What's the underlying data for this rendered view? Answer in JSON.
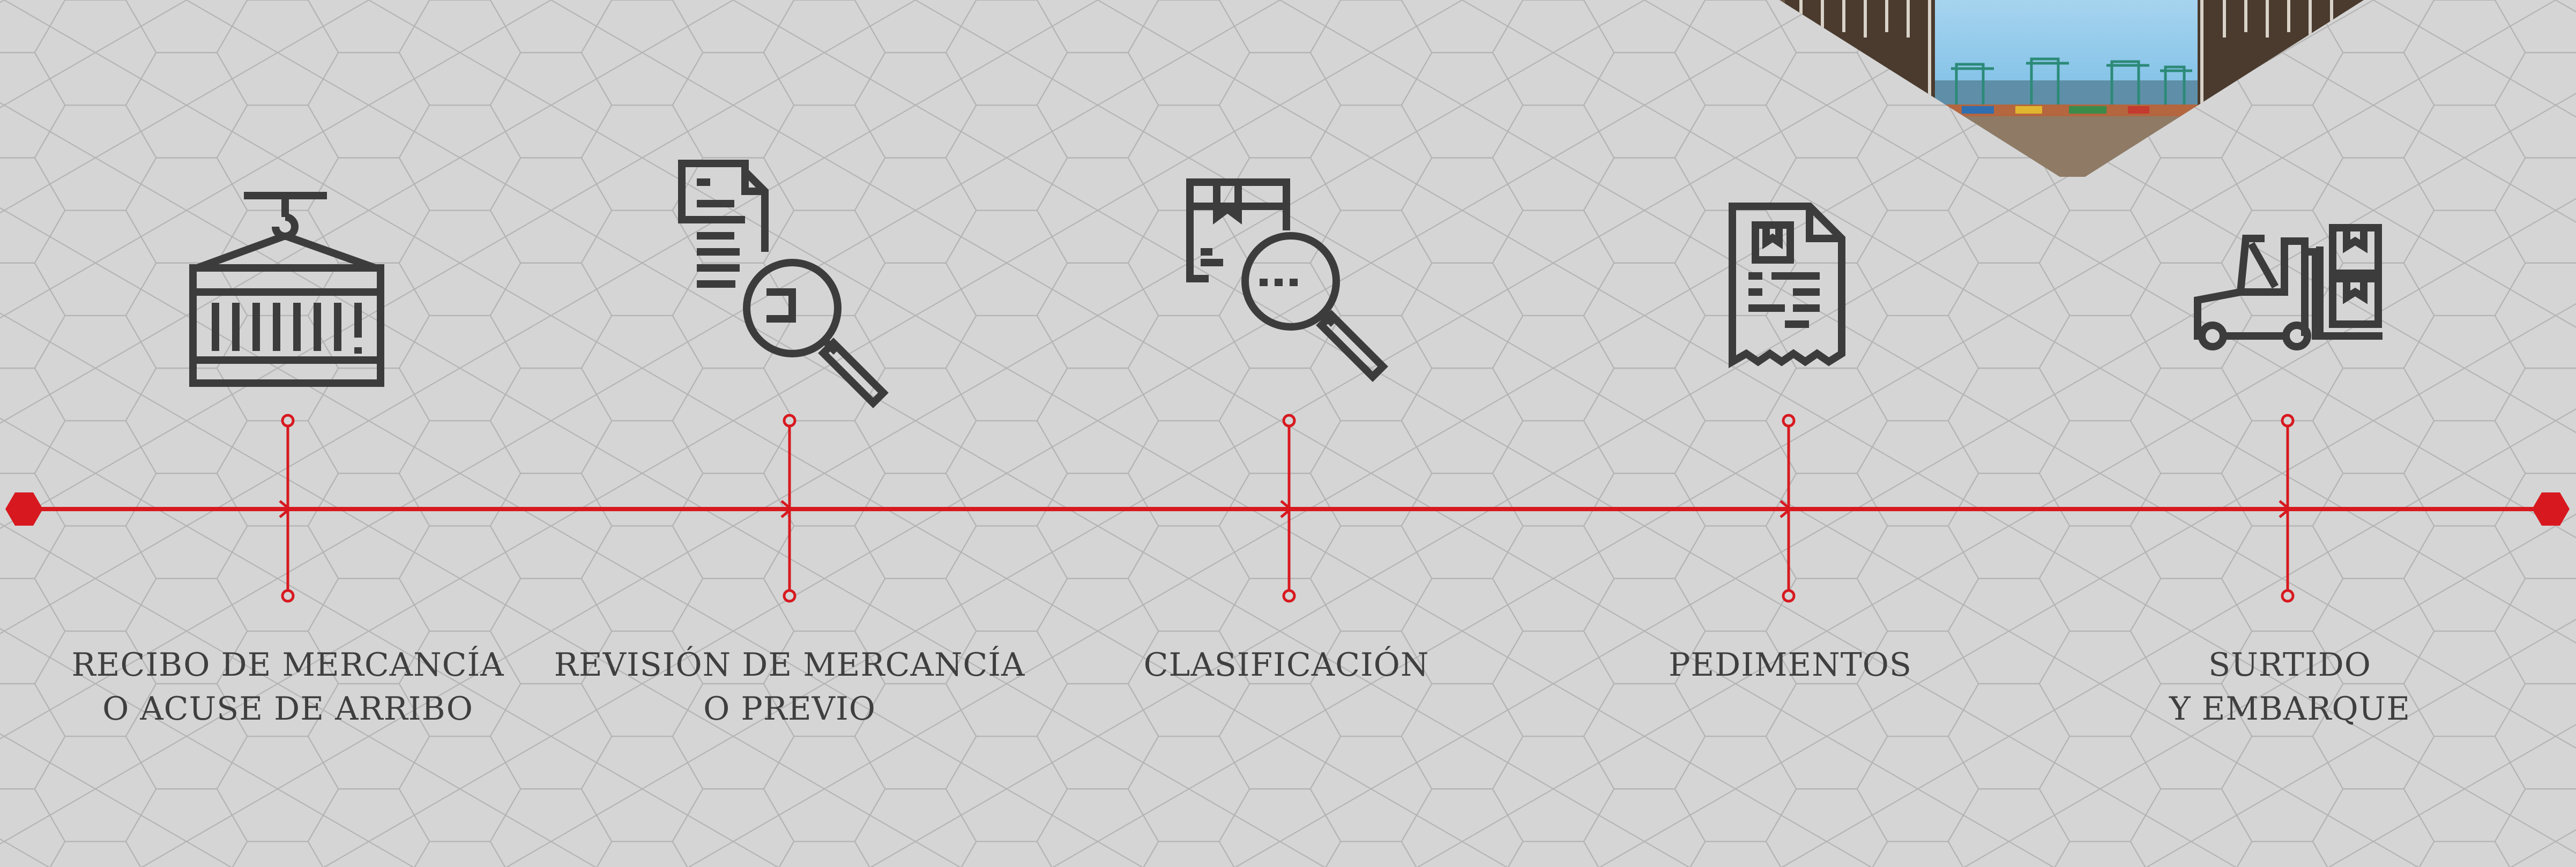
{
  "colors": {
    "background": "#d5d5d5",
    "hex_pattern": "#b4b4b4",
    "timeline": "#d7191f",
    "icon": "#3c3c3c",
    "label": "#3f3f3f"
  },
  "photo": {
    "icon": "port-cranes-photo"
  },
  "steps": [
    {
      "icon": "shipping-container-icon",
      "label_line1": "RECIBO DE MERCANCÍA",
      "label_line2": "O ACUSE DE ARRIBO"
    },
    {
      "icon": "document-search-icon",
      "label_line1": "REVISIÓN DE MERCANCÍA",
      "label_line2": "O PREVIO"
    },
    {
      "icon": "package-search-icon",
      "label_line1": "CLASIFICACIÓN",
      "label_line2": ""
    },
    {
      "icon": "receipt-document-icon",
      "label_line1": "PEDIMENTOS",
      "label_line2": ""
    },
    {
      "icon": "forklift-icon",
      "label_line1": "SURTIDO",
      "label_line2": "Y EMBARQUE"
    }
  ]
}
